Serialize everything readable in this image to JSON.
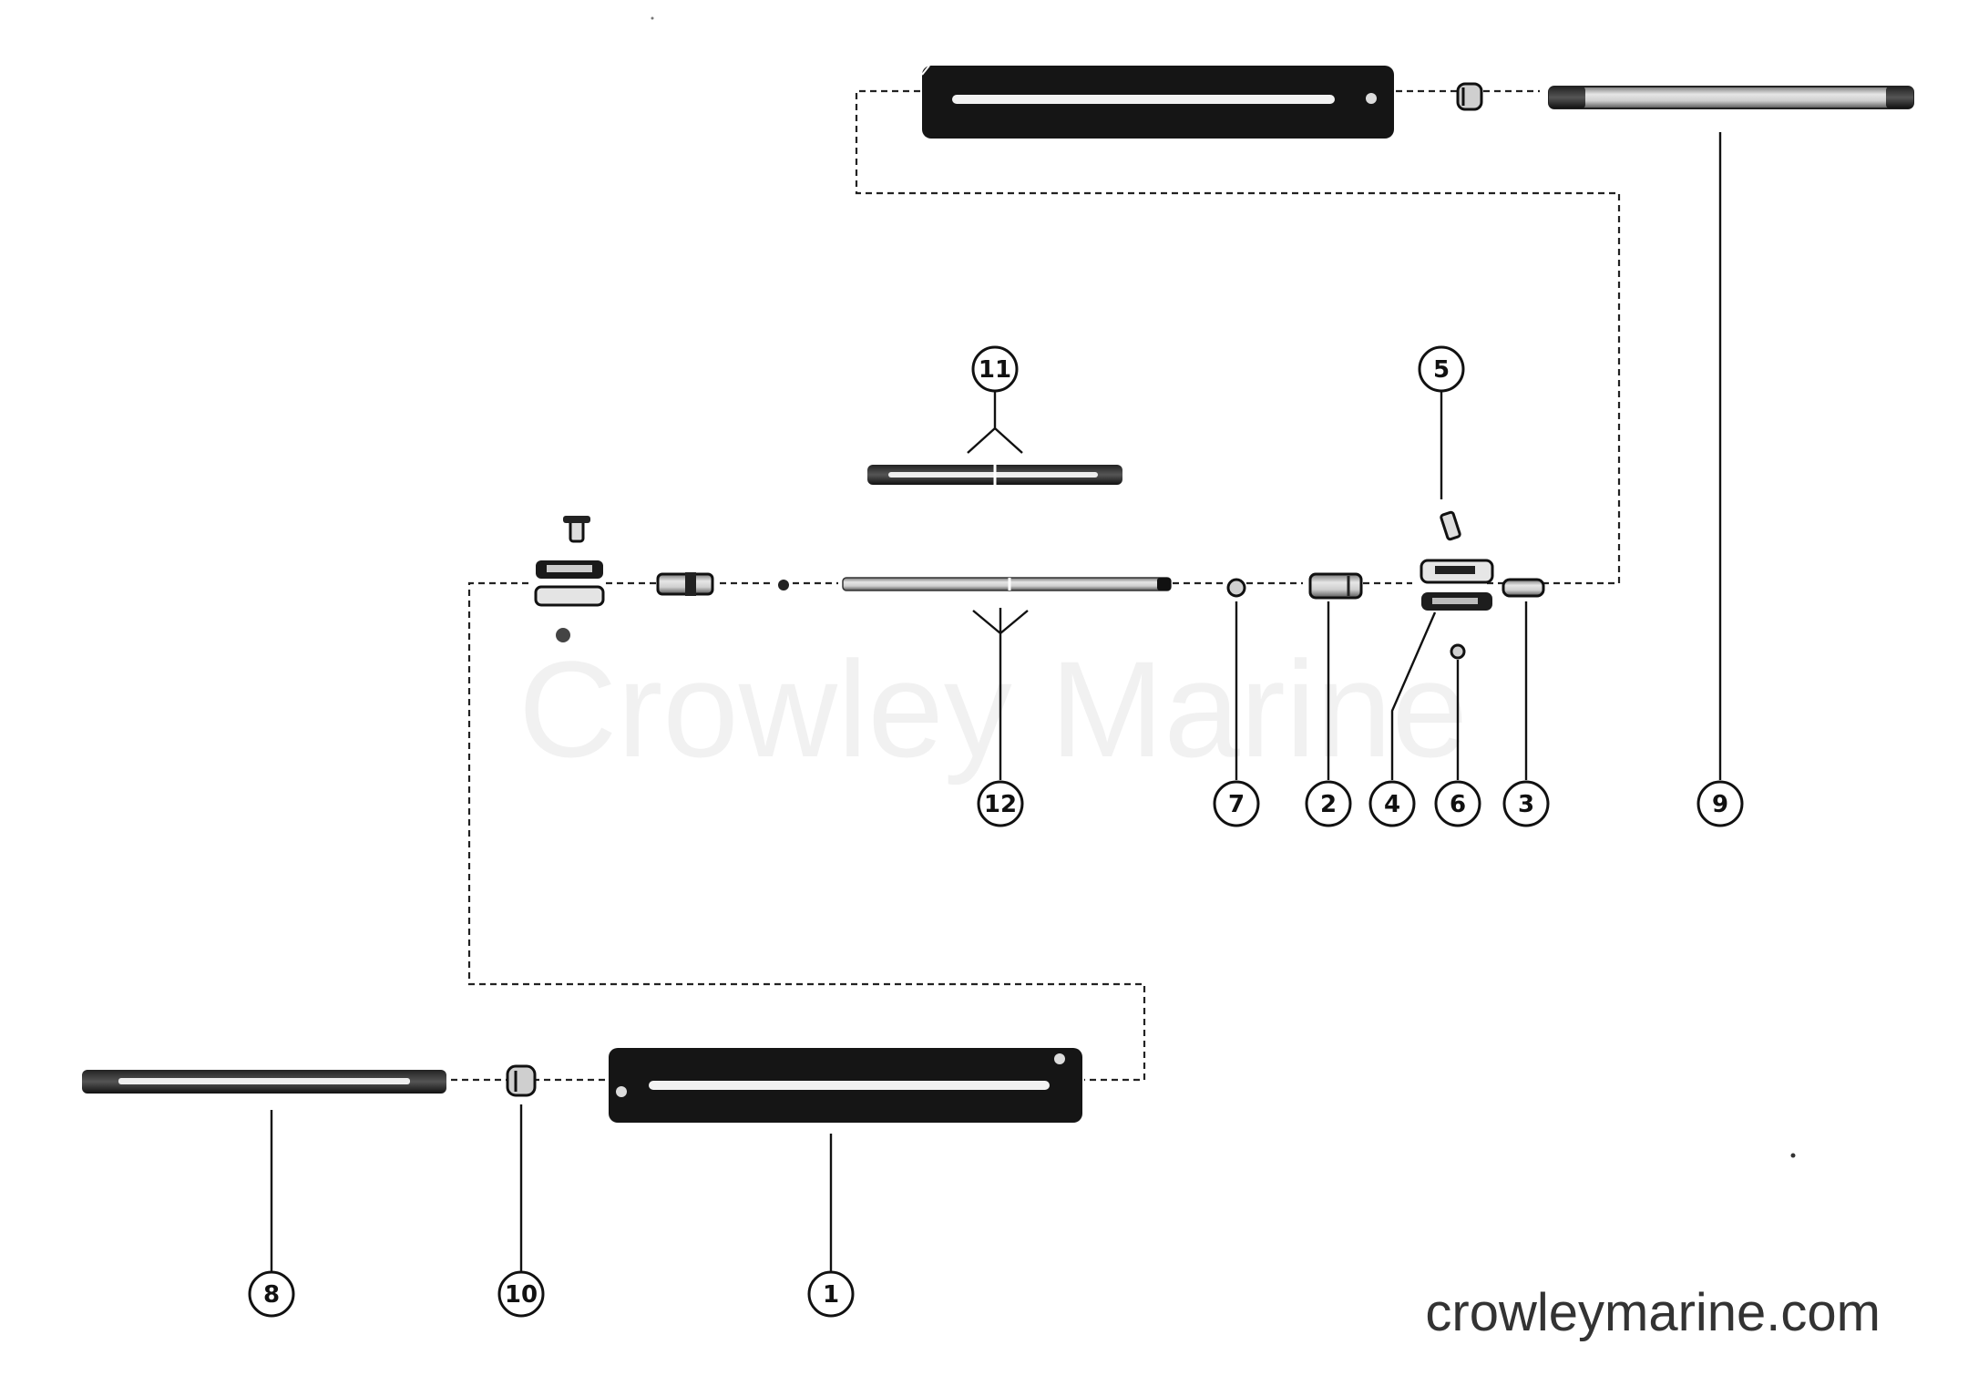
{
  "diagram": {
    "callouts": [
      {
        "id": "c1",
        "label": "1"
      },
      {
        "id": "c2",
        "label": "2"
      },
      {
        "id": "c3",
        "label": "3"
      },
      {
        "id": "c4",
        "label": "4"
      },
      {
        "id": "c5",
        "label": "5"
      },
      {
        "id": "c6",
        "label": "6"
      },
      {
        "id": "c7",
        "label": "7"
      },
      {
        "id": "c8",
        "label": "8"
      },
      {
        "id": "c9",
        "label": "9"
      },
      {
        "id": "c10",
        "label": "10"
      },
      {
        "id": "c11",
        "label": "11"
      },
      {
        "id": "c12",
        "label": "12"
      }
    ]
  },
  "watermark": "Crowley Marine",
  "site_url": "crowleymarine.com",
  "colors": {
    "ink": "#111111",
    "metal": "#d8d8d8",
    "background": "#ffffff"
  }
}
